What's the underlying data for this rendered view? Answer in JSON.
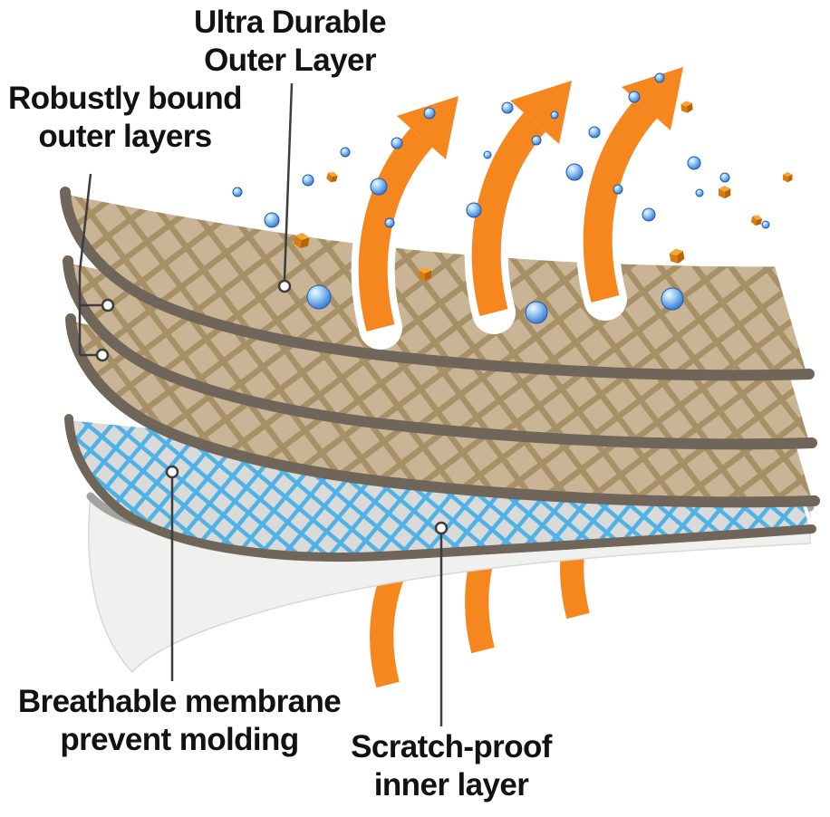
{
  "figure": {
    "labels": {
      "outer_layer": {
        "line1": "Ultra Durable",
        "line2": "Outer Layer"
      },
      "bound_layers": {
        "line1": "Robustly bound",
        "line2": "outer layers"
      },
      "membrane": {
        "line1": "Breathable membrane",
        "line2": "prevent molding"
      },
      "inner_layer": {
        "line1": "Scratch-proof",
        "line2": "inner layer"
      }
    },
    "colors": {
      "fabric_tan": "#c9b596",
      "fabric_weave": "#a18a5e",
      "sheet_edge": "#6f6559",
      "membrane_base": "#dadad8",
      "membrane_blue": "#46b0e8",
      "inner_white": "#f0f0ee",
      "inner_edge": "#a3a3a1",
      "arrow_orange": "#f6871e",
      "droplet_blue": "#2668c8",
      "cube_orange": "#e8820d",
      "leader_gray": "#3d3d3d",
      "text_dark": "#121212"
    }
  }
}
